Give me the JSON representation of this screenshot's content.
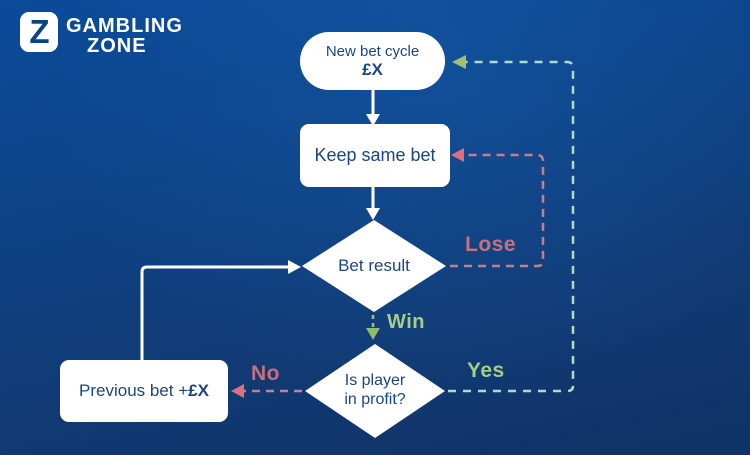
{
  "brand": {
    "icon_letter": "Z",
    "line1": "GAMBLING",
    "line2": "ZONE"
  },
  "nodes": {
    "new_cycle": {
      "line1": "New bet cycle",
      "line2": "£X"
    },
    "keep_bet": {
      "label": "Keep same bet"
    },
    "bet_result": {
      "label": "Bet result"
    },
    "profit_check": {
      "line1": "Is player",
      "line2": "in profit?"
    },
    "increase_bet": {
      "text": "Previous bet + ",
      "bold": "£X"
    }
  },
  "edge_labels": {
    "lose": "Lose",
    "win": "Win",
    "yes": "Yes",
    "no": "No"
  },
  "colors": {
    "background_top": "#0b4b9a",
    "background_bottom": "#0e3265",
    "node_fill": "#ffffff",
    "node_text": "#1a4584",
    "lose_no": "#c96e7c",
    "win_yes": "#a6cc86",
    "red_dash": "#ce7b8a",
    "red_arrow": "#dd6f7e",
    "green_dash": "#b4d9c5",
    "green_arrow": "#9dc36f",
    "white_line": "#ffffff"
  }
}
